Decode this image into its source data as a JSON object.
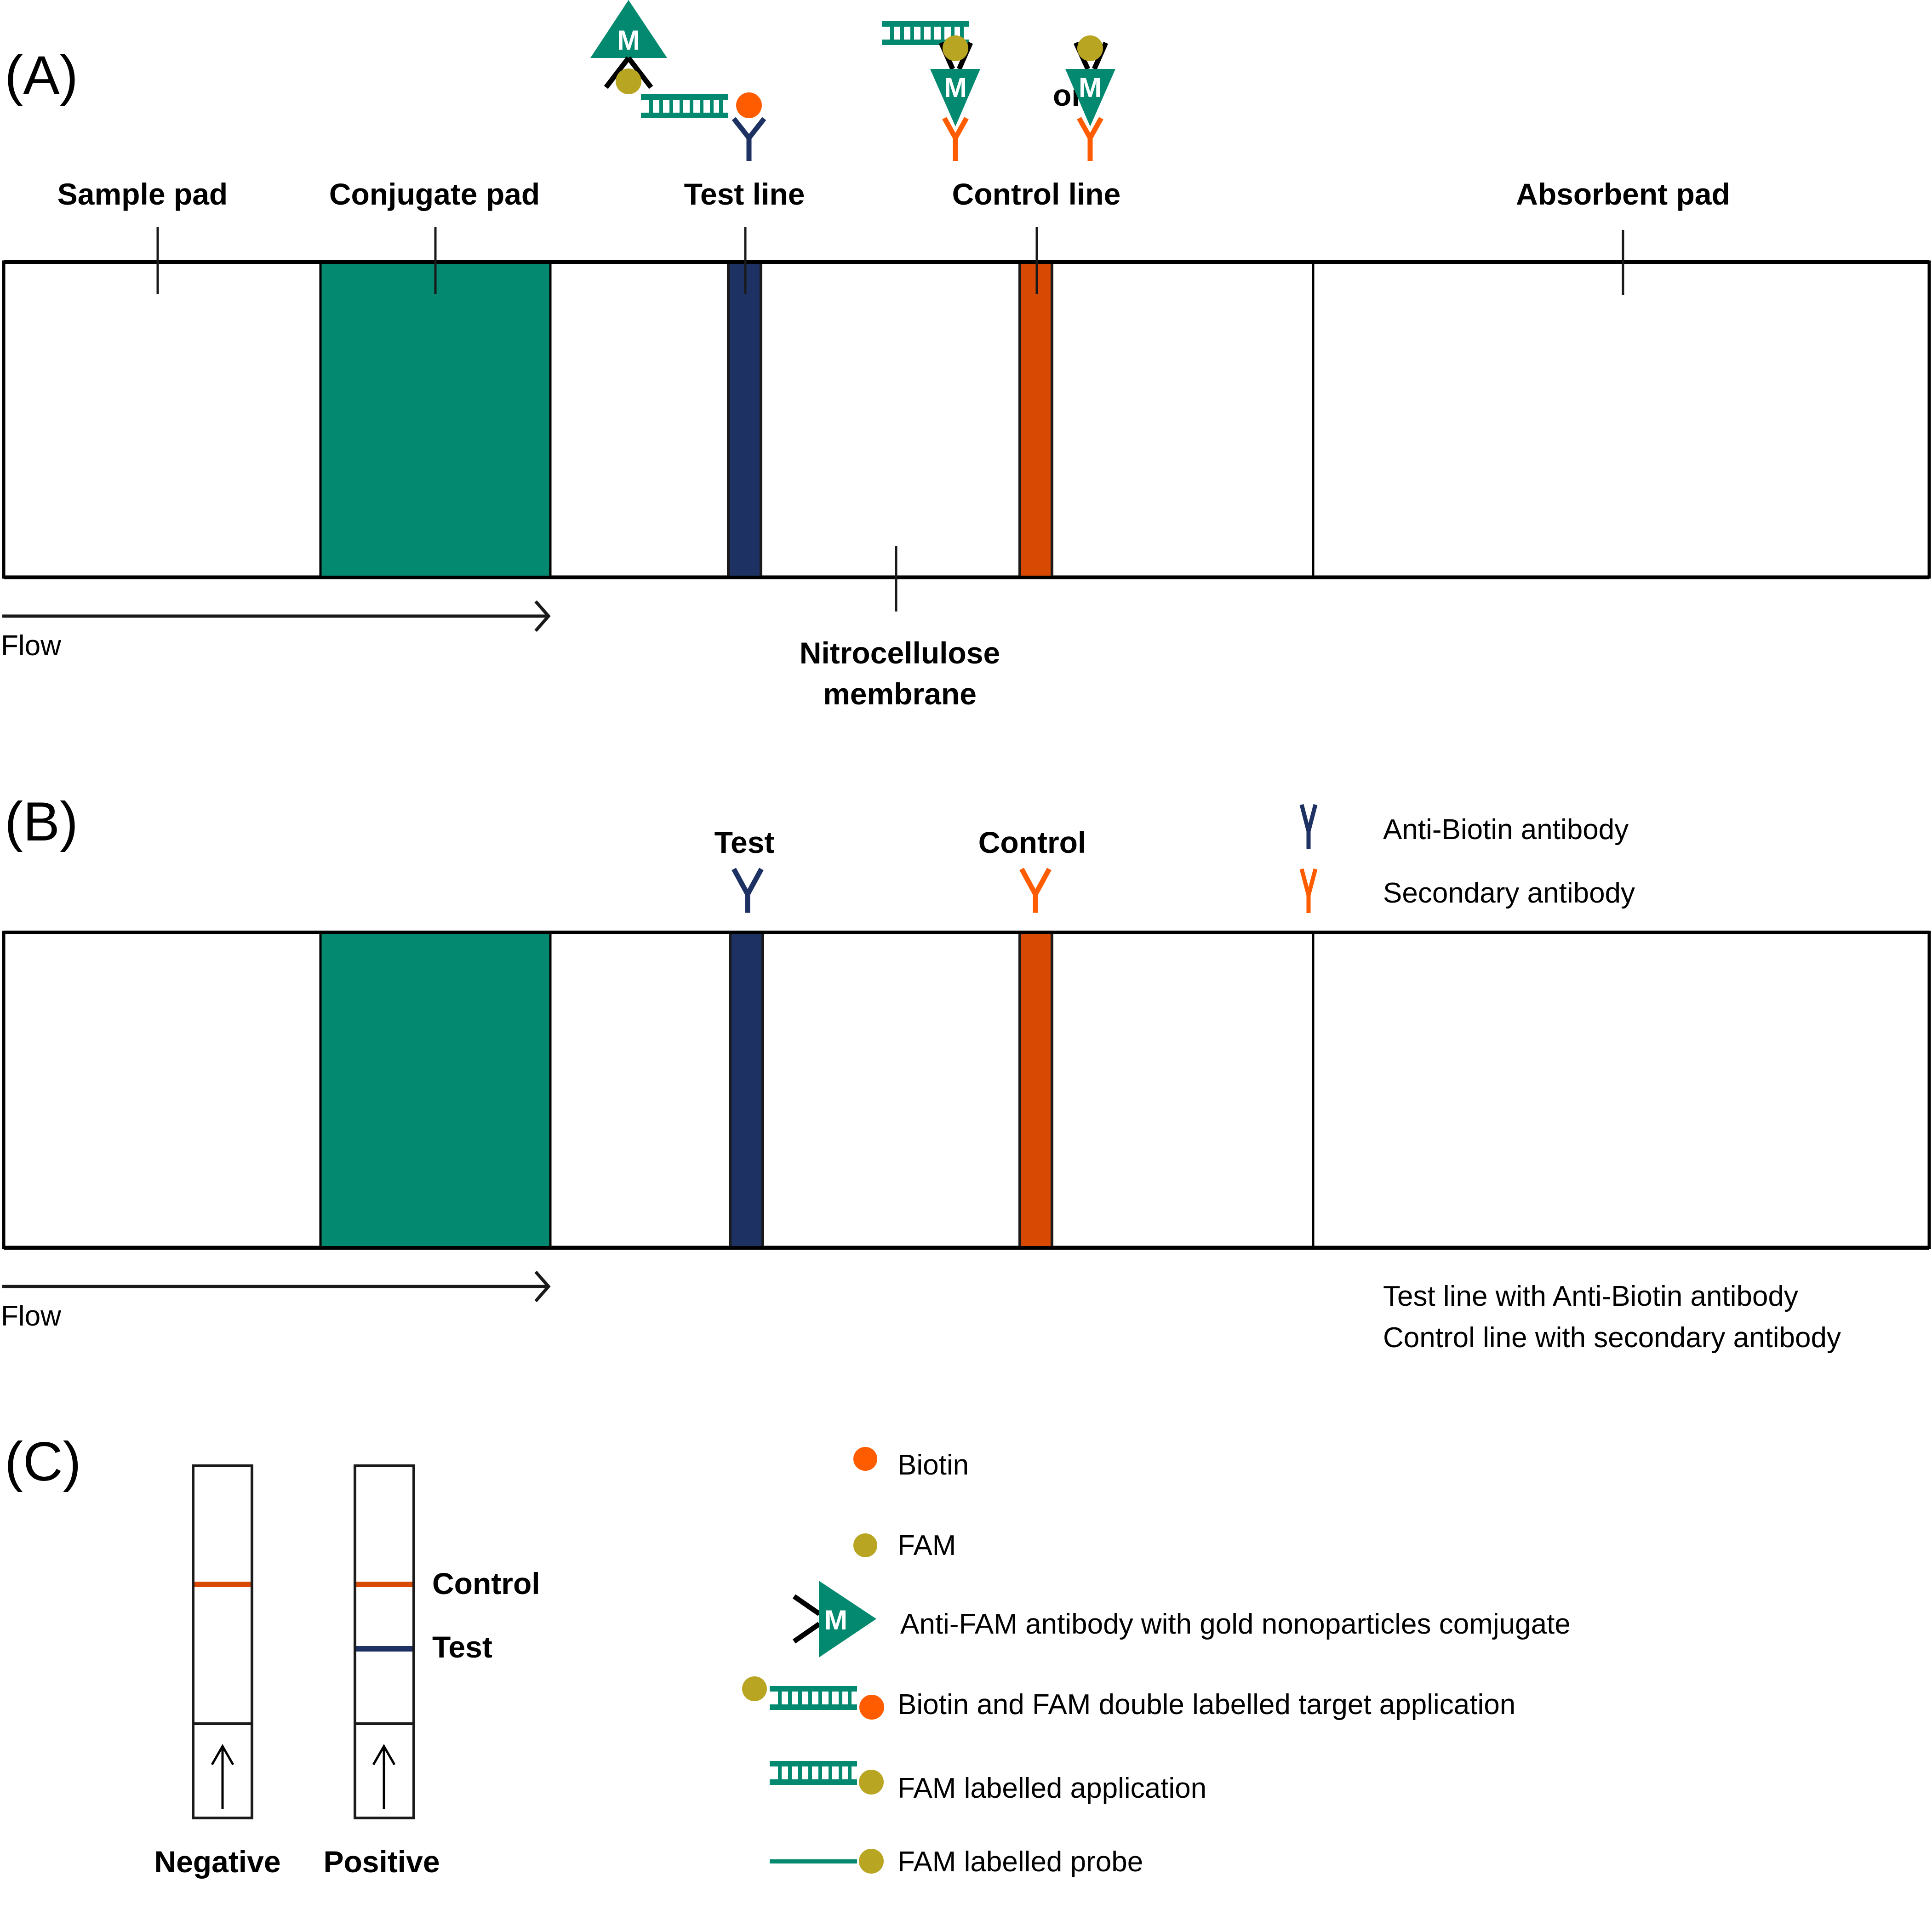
{
  "colors": {
    "teal": "#028970",
    "navy": "#1d3163",
    "orange_line": "#d84a04",
    "biotin_orange": "#ff5c00",
    "fam_gold": "#b8a522",
    "outline": "#000000"
  },
  "panel_a": {
    "letter": "(A)",
    "labels": {
      "sample_pad": "Sample pad",
      "conjugate_pad": "Conjugate pad",
      "test_line": "Test line",
      "control_line": "Control line",
      "absorbent_pad": "Absorbent pad",
      "nitrocellulose_line1": "Nitrocellulose",
      "nitrocellulose_line2": "membrane",
      "or": "or",
      "flow": "Flow"
    },
    "gold_particle_letter": "M"
  },
  "panel_b": {
    "letter": "(B)",
    "labels": {
      "test": "Test",
      "control": "Control",
      "flow": "Flow"
    },
    "legend": [
      {
        "icon": "anti-biotin-antibody-icon",
        "label": "Anti-Biotin antibody"
      },
      {
        "icon": "secondary-antibody-icon",
        "label": "Secondary antibody"
      }
    ],
    "notes": [
      "Test line with Anti-Biotin antibody",
      "Control line with secondary antibody"
    ]
  },
  "panel_c": {
    "letter": "(C)",
    "strips": [
      {
        "label": "Negative",
        "lines": [
          "control"
        ]
      },
      {
        "label": "Positive",
        "lines": [
          "control",
          "test"
        ]
      }
    ],
    "line_labels": {
      "control": "Control",
      "test": "Test"
    },
    "legend": [
      {
        "icon": "biotin-icon",
        "label": "Biotin"
      },
      {
        "icon": "fam-icon",
        "label": "FAM"
      },
      {
        "icon": "anti-fam-gold-conjugate-icon",
        "label": "Anti-FAM antibody with gold nonoparticles comjugate"
      },
      {
        "icon": "double-labelled-target-icon",
        "label": "Biotin and FAM double labelled target application"
      },
      {
        "icon": "fam-labelled-application-icon",
        "label": "FAM labelled application"
      },
      {
        "icon": "fam-labelled-probe-icon",
        "label": "FAM labelled probe"
      }
    ]
  }
}
